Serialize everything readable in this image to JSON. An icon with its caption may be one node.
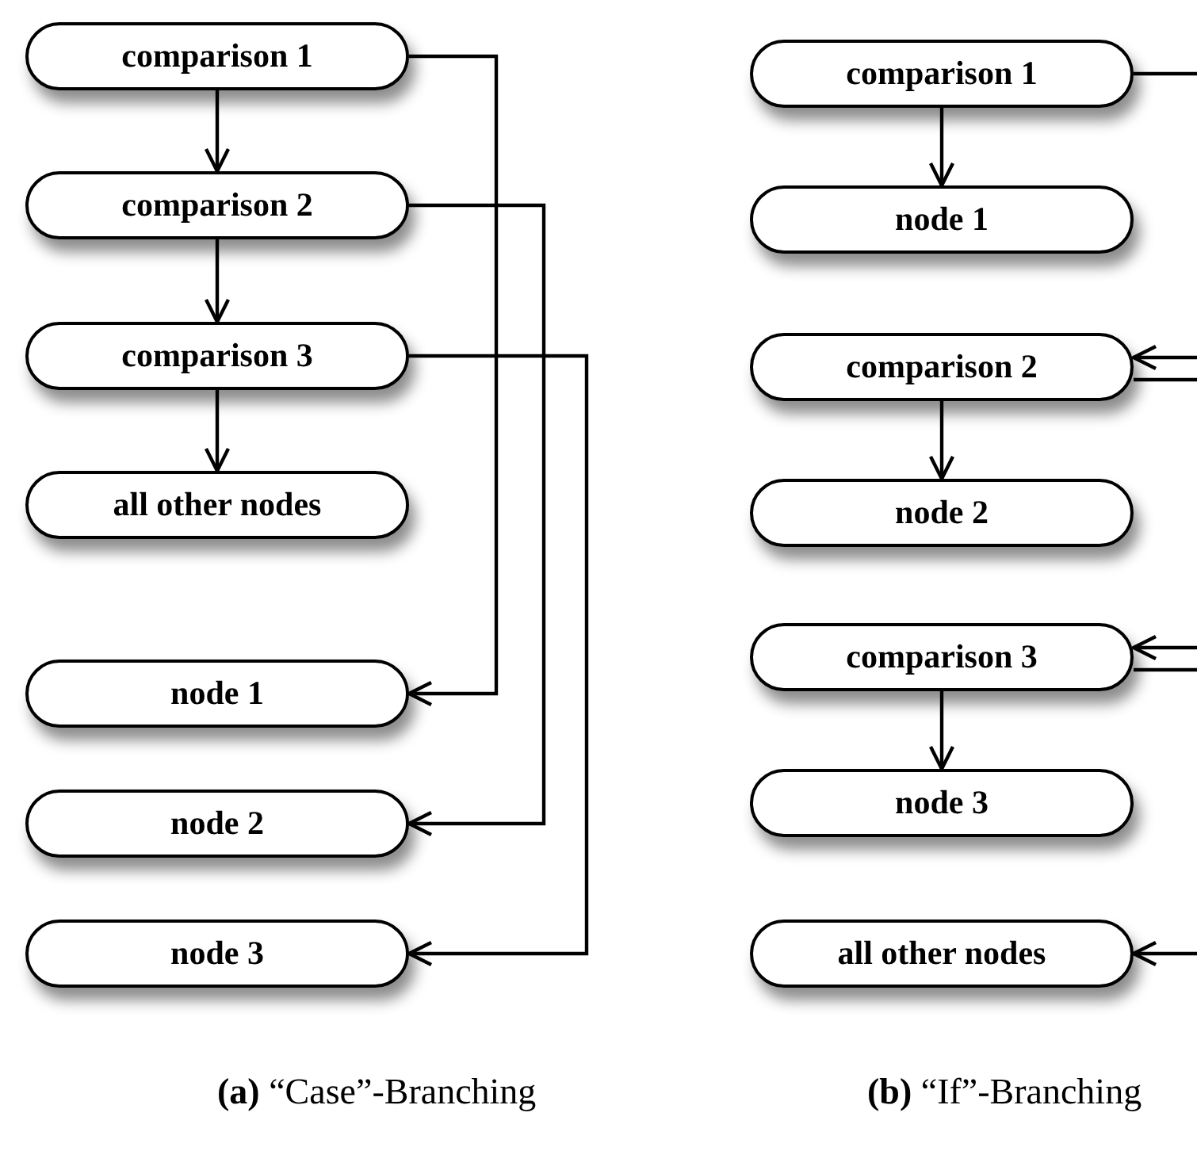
{
  "diagram": {
    "nodes": [
      {
        "text": [
          "comparison 1"
        ]
      },
      {
        "text": [
          "comparison 2"
        ]
      },
      {
        "text": [
          "comparison 3"
        ]
      },
      {
        "text": [
          "all other nodes"
        ]
      },
      {
        "text": [
          "node 1"
        ]
      },
      {
        "text": [
          "node 2"
        ]
      },
      {
        "text": [
          "node 3"
        ]
      },
      {
        "text": [
          "comparison 1"
        ]
      },
      {
        "text": [
          "node 1"
        ]
      },
      {
        "text": [
          "comparison 2"
        ]
      },
      {
        "text": [
          "node 2"
        ]
      },
      {
        "text": [
          "comparison 3"
        ]
      },
      {
        "text": [
          "node 3"
        ]
      },
      {
        "text": [
          "all other nodes"
        ]
      }
    ],
    "edges": [
      {
        "from": 0,
        "to": 1,
        "arrow": "to"
      },
      {
        "from": 1,
        "to": 2,
        "arrow": "to"
      },
      {
        "from": 2,
        "to": 3,
        "arrow": "to"
      },
      {
        "from": 0,
        "to": 4,
        "arrow": "to"
      },
      {
        "from": 1,
        "to": 5,
        "arrow": "to"
      },
      {
        "from": 2,
        "to": 6,
        "arrow": "to"
      },
      {
        "from": 7,
        "to": 8,
        "arrow": "to"
      },
      {
        "from": 9,
        "to": 10,
        "arrow": "to"
      },
      {
        "from": 11,
        "to": 12,
        "arrow": "to"
      },
      {
        "from": 7,
        "to": null,
        "arrow": "none"
      },
      {
        "from": null,
        "to": 9,
        "arrow": "to"
      },
      {
        "from": 9,
        "to": null,
        "arrow": "none"
      },
      {
        "from": null,
        "to": 11,
        "arrow": "to"
      },
      {
        "from": 11,
        "to": null,
        "arrow": "none"
      },
      {
        "from": null,
        "to": 13,
        "arrow": "to"
      }
    ],
    "labels": [
      "**(a)** “Case”-Branching",
      "**(b)** “If”-Branching"
    ]
  }
}
